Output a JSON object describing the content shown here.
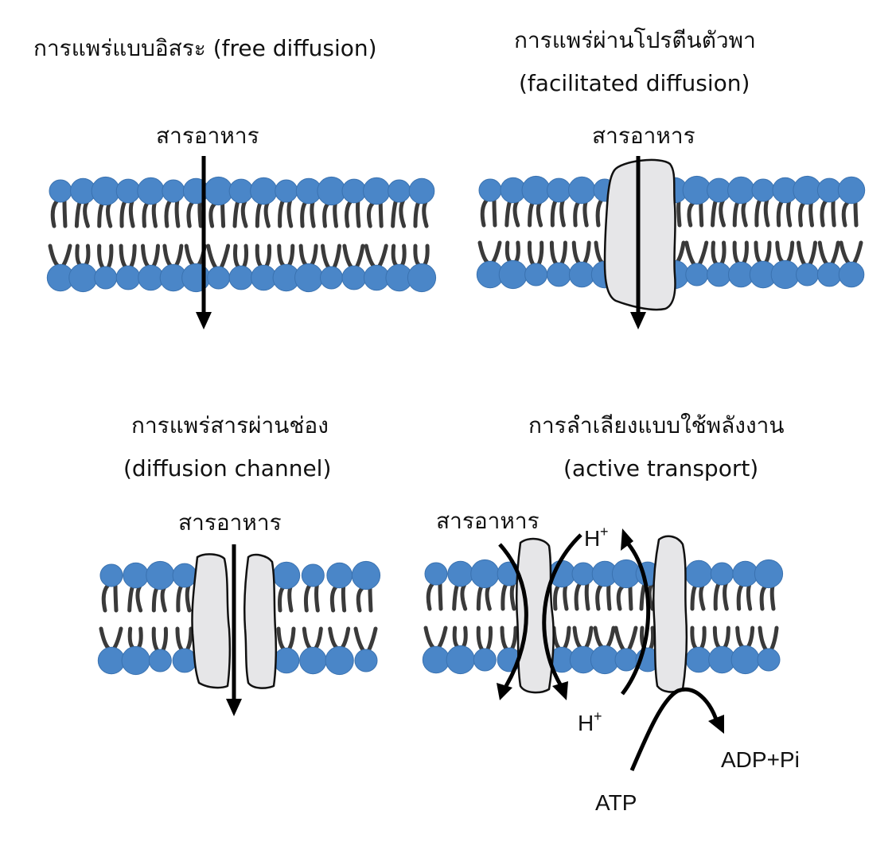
{
  "panels": [
    {
      "title_th": "การแพร่แบบอิสระ (free diffusion)",
      "title_en": "",
      "nutrient": "สารอาหาร"
    },
    {
      "title_th": "การแพร่ผ่านโปรตีนตัวพา",
      "title_en": "(facilitated diffusion)",
      "nutrient": "สารอาหาร"
    },
    {
      "title_th": "การแพร่สารผ่านช่อง",
      "title_en": "(diffusion channel)",
      "nutrient": "สารอาหาร"
    },
    {
      "title_th": "การลำเลียงแบบใช้พลังงาน",
      "title_en": "(active transport)",
      "nutrient": "สารอาหาร"
    }
  ],
  "active_labels": {
    "proton_top": "H",
    "proton_bottom": "H",
    "proton_sup": "+",
    "atp": "ATP",
    "adp": "ADP+Pi"
  },
  "colors": {
    "phospholipid_head": "#4a86c8",
    "tail": "#3a3a3a",
    "protein": "#e6e6e8",
    "arrow": "#000000"
  }
}
